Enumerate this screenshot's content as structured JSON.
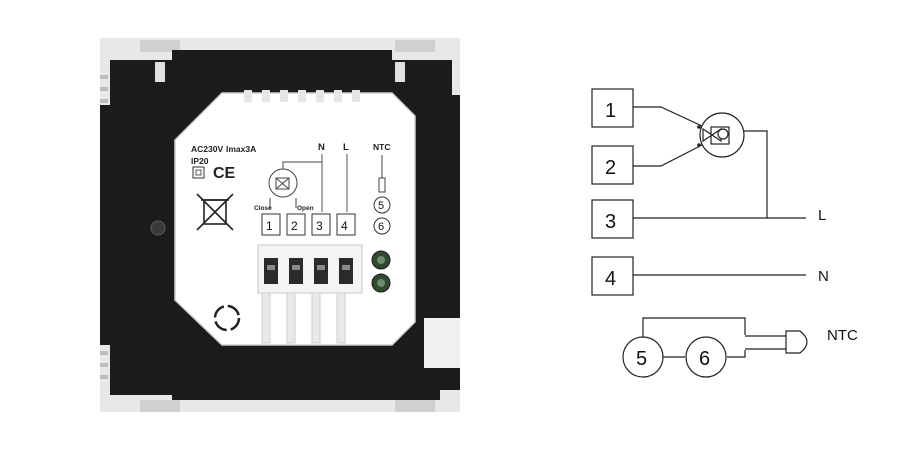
{
  "device_photo": {
    "rating_voltage": "AC230V",
    "rating_current": "Imax3A",
    "ingress_rating": "IP20",
    "ce_mark": "CE",
    "valve_close_label": "Close",
    "valve_open_label": "Open",
    "label_N": "N",
    "label_L": "L",
    "label_NTC": "NTC",
    "terminals": [
      "1",
      "2",
      "3",
      "4"
    ],
    "ntc_terminals": [
      "5",
      "6"
    ],
    "icons": [
      "weee-bin-icon",
      "valve-motor-icon",
      "ntc-sensor-icon",
      "screw-hole-icon"
    ]
  },
  "wiring_diagram": {
    "terminal_boxes": [
      "1",
      "2",
      "3",
      "4"
    ],
    "line_labels": {
      "L": "L",
      "N": "N"
    },
    "sensor_terminals": [
      "5",
      "6"
    ],
    "sensor_label": "NTC",
    "icons": [
      "valve-actuator-icon",
      "ntc-probe-icon"
    ]
  }
}
